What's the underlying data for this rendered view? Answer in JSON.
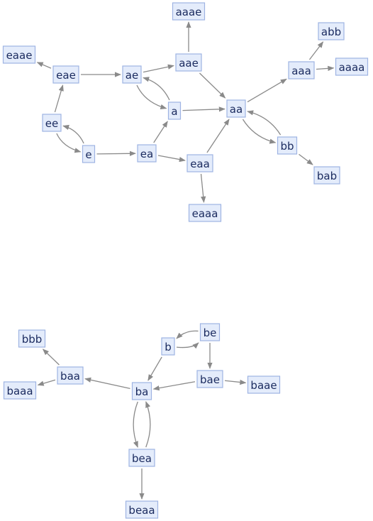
{
  "nodes": [
    {
      "id": "aaae",
      "label": "aaae"
    },
    {
      "id": "abb",
      "label": "abb"
    },
    {
      "id": "eaae",
      "label": "eaae"
    },
    {
      "id": "eae",
      "label": "eae"
    },
    {
      "id": "ae",
      "label": "ae"
    },
    {
      "id": "aae",
      "label": "aae"
    },
    {
      "id": "aaa",
      "label": "aaa"
    },
    {
      "id": "aaaa",
      "label": "aaaa"
    },
    {
      "id": "a",
      "label": "a"
    },
    {
      "id": "aa",
      "label": "aa"
    },
    {
      "id": "ee",
      "label": "ee"
    },
    {
      "id": "e",
      "label": "e"
    },
    {
      "id": "ea",
      "label": "ea"
    },
    {
      "id": "eaa",
      "label": "eaa"
    },
    {
      "id": "bb",
      "label": "bb"
    },
    {
      "id": "bab",
      "label": "bab"
    },
    {
      "id": "eaaa",
      "label": "eaaa"
    },
    {
      "id": "bbb",
      "label": "bbb"
    },
    {
      "id": "be",
      "label": "be"
    },
    {
      "id": "b",
      "label": "b"
    },
    {
      "id": "baa",
      "label": "baa"
    },
    {
      "id": "bae",
      "label": "bae"
    },
    {
      "id": "baae",
      "label": "baae"
    },
    {
      "id": "baaa",
      "label": "baaa"
    },
    {
      "id": "ba",
      "label": "ba"
    },
    {
      "id": "bea",
      "label": "bea"
    },
    {
      "id": "beaa",
      "label": "beaa"
    }
  ],
  "edges": [
    {
      "from": "aae",
      "to": "aaae"
    },
    {
      "from": "ae",
      "to": "aae"
    },
    {
      "from": "eae",
      "to": "ae"
    },
    {
      "from": "eae",
      "to": "eaae"
    },
    {
      "from": "ee",
      "to": "eae"
    },
    {
      "from": "e",
      "to": "ee"
    },
    {
      "from": "ee",
      "to": "e"
    },
    {
      "from": "e",
      "to": "ea"
    },
    {
      "from": "ea",
      "to": "a"
    },
    {
      "from": "ea",
      "to": "eaa"
    },
    {
      "from": "ae",
      "to": "a"
    },
    {
      "from": "a",
      "to": "ae"
    },
    {
      "from": "a",
      "to": "aa"
    },
    {
      "from": "aae",
      "to": "aa"
    },
    {
      "from": "eaa",
      "to": "aa"
    },
    {
      "from": "eaa",
      "to": "eaaa"
    },
    {
      "from": "aa",
      "to": "aaa"
    },
    {
      "from": "aaa",
      "to": "abb"
    },
    {
      "from": "aaa",
      "to": "aaaa"
    },
    {
      "from": "aa",
      "to": "bb"
    },
    {
      "from": "bb",
      "to": "aa"
    },
    {
      "from": "bb",
      "to": "bab"
    },
    {
      "from": "b",
      "to": "be"
    },
    {
      "from": "be",
      "to": "b"
    },
    {
      "from": "be",
      "to": "bae"
    },
    {
      "from": "b",
      "to": "ba"
    },
    {
      "from": "bae",
      "to": "ba"
    },
    {
      "from": "bae",
      "to": "baae"
    },
    {
      "from": "ba",
      "to": "baa"
    },
    {
      "from": "baa",
      "to": "bbb"
    },
    {
      "from": "baa",
      "to": "baaa"
    },
    {
      "from": "ba",
      "to": "bea"
    },
    {
      "from": "bea",
      "to": "ba"
    },
    {
      "from": "bea",
      "to": "beaa"
    }
  ],
  "colors": {
    "node_fill": "#e4ecfb",
    "node_border": "#9eb3e3",
    "label": "#1a2a5e",
    "edge": "#8a8a8a"
  }
}
